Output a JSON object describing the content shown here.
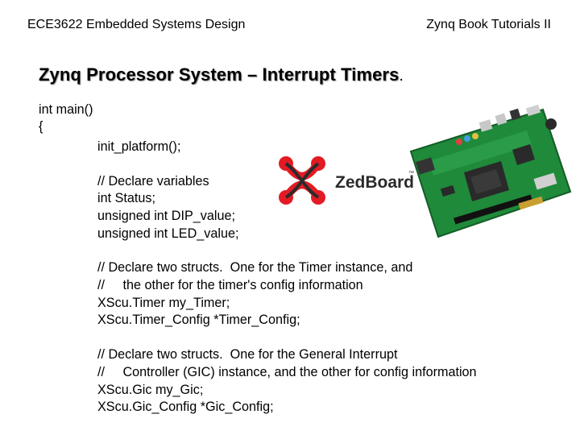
{
  "header": {
    "left": "ECE3622 Embedded Systems Design",
    "right": "Zynq Book Tutorials II"
  },
  "title": {
    "text": "Zynq Processor System – Interrupt Timers",
    "punct": "."
  },
  "code_lines": {
    "l01": "int main()",
    "l02": "{",
    "l03": "init_platform();",
    "l04": "// Declare variables",
    "l05": "int Status;",
    "l06": "unsigned int DIP_value;",
    "l07": "unsigned int LED_value;",
    "l08": "// Declare two structs.  One for the Timer instance, and",
    "l09": "//     the other for the timer's config information",
    "l10": "XScu.Timer my_Timer;",
    "l11": "XScu.Timer_Config *Timer_Config;",
    "l12": "// Declare two structs.  One for the General Interrupt",
    "l13": "//     Controller (GIC) instance, and the other for config information",
    "l14": "XScu.Gic my_Gic;",
    "l15": "XScu.Gic_Config *Gic_Config;"
  },
  "logo": {
    "text": "ZedBoard",
    "tm": "™",
    "icon": "zedboard-knot-logo",
    "colors": {
      "red": "#e31b23",
      "dark": "#2b2b2b"
    }
  },
  "board_image": {
    "icon": "zedboard-pcb-photo",
    "colors": {
      "pcb": "#1f8a3a",
      "chip": "#2a2a2a"
    }
  }
}
